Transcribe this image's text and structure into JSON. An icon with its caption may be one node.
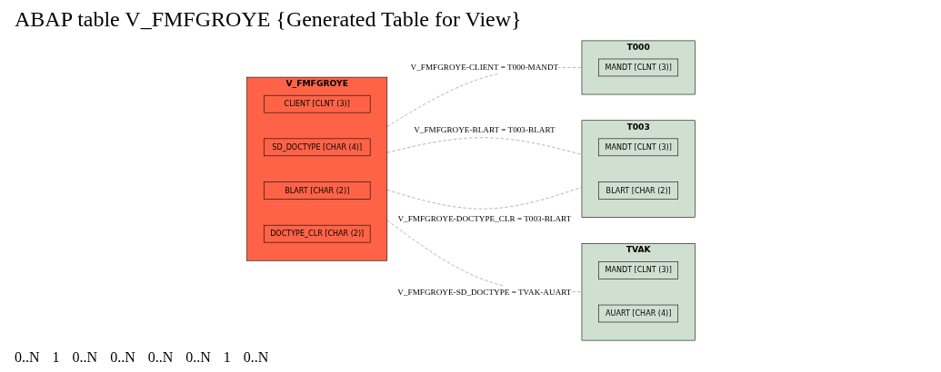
{
  "diagram": {
    "title": "ABAP table V_FMFGROYE {Generated Table for View}",
    "nodes": [
      {
        "text": [
          "V_FMFGROYE"
        ]
      },
      {
        "text": [
          "CLIENT [CLNT (3)]"
        ],
        "in": 0
      },
      {
        "text": [
          "SD_DOCTYPE [CHAR (4)]"
        ],
        "in": 0
      },
      {
        "text": [
          "BLART [CHAR (2)]"
        ],
        "in": 0
      },
      {
        "text": [
          "DOCTYPE_CLR [CHAR (2)]"
        ],
        "in": 0
      },
      {
        "text": [
          "T000"
        ]
      },
      {
        "text": [
          "MANDT [CLNT (3)]"
        ],
        "in": 5
      },
      {
        "text": [
          "T003"
        ]
      },
      {
        "text": [
          "MANDT [CLNT (3)]"
        ],
        "in": 7
      },
      {
        "text": [
          "BLART [CHAR (2)]"
        ],
        "in": 7
      },
      {
        "text": [
          "TVAK"
        ]
      },
      {
        "text": [
          "MANDT [CLNT (3)]"
        ],
        "in": 10
      },
      {
        "text": [
          "AUART [CHAR (4)]"
        ],
        "in": 10
      }
    ],
    "edges": [
      {
        "from": 0,
        "to": 5,
        "arrow": "none",
        "style": "dashed",
        "label": "V_FMFGROYE-CLIENT = T000-MANDT"
      },
      {
        "from": 0,
        "to": 7,
        "arrow": "none",
        "style": "dashed",
        "label": "V_FMFGROYE-BLART = T003-BLART"
      },
      {
        "from": 0,
        "to": 7,
        "arrow": "none",
        "style": "dashed",
        "label": "V_FMFGROYE-DOCTYPE_CLR = T003-BLART"
      },
      {
        "from": 0,
        "to": 10,
        "arrow": "none",
        "style": "dashed",
        "label": "V_FMFGROYE-SD_DOCTYPE = TVAK-AUART"
      }
    ],
    "labels": [
      "0..N",
      "1",
      "0..N",
      "0..N",
      "0..N",
      "0..N",
      "1",
      "0..N"
    ]
  }
}
